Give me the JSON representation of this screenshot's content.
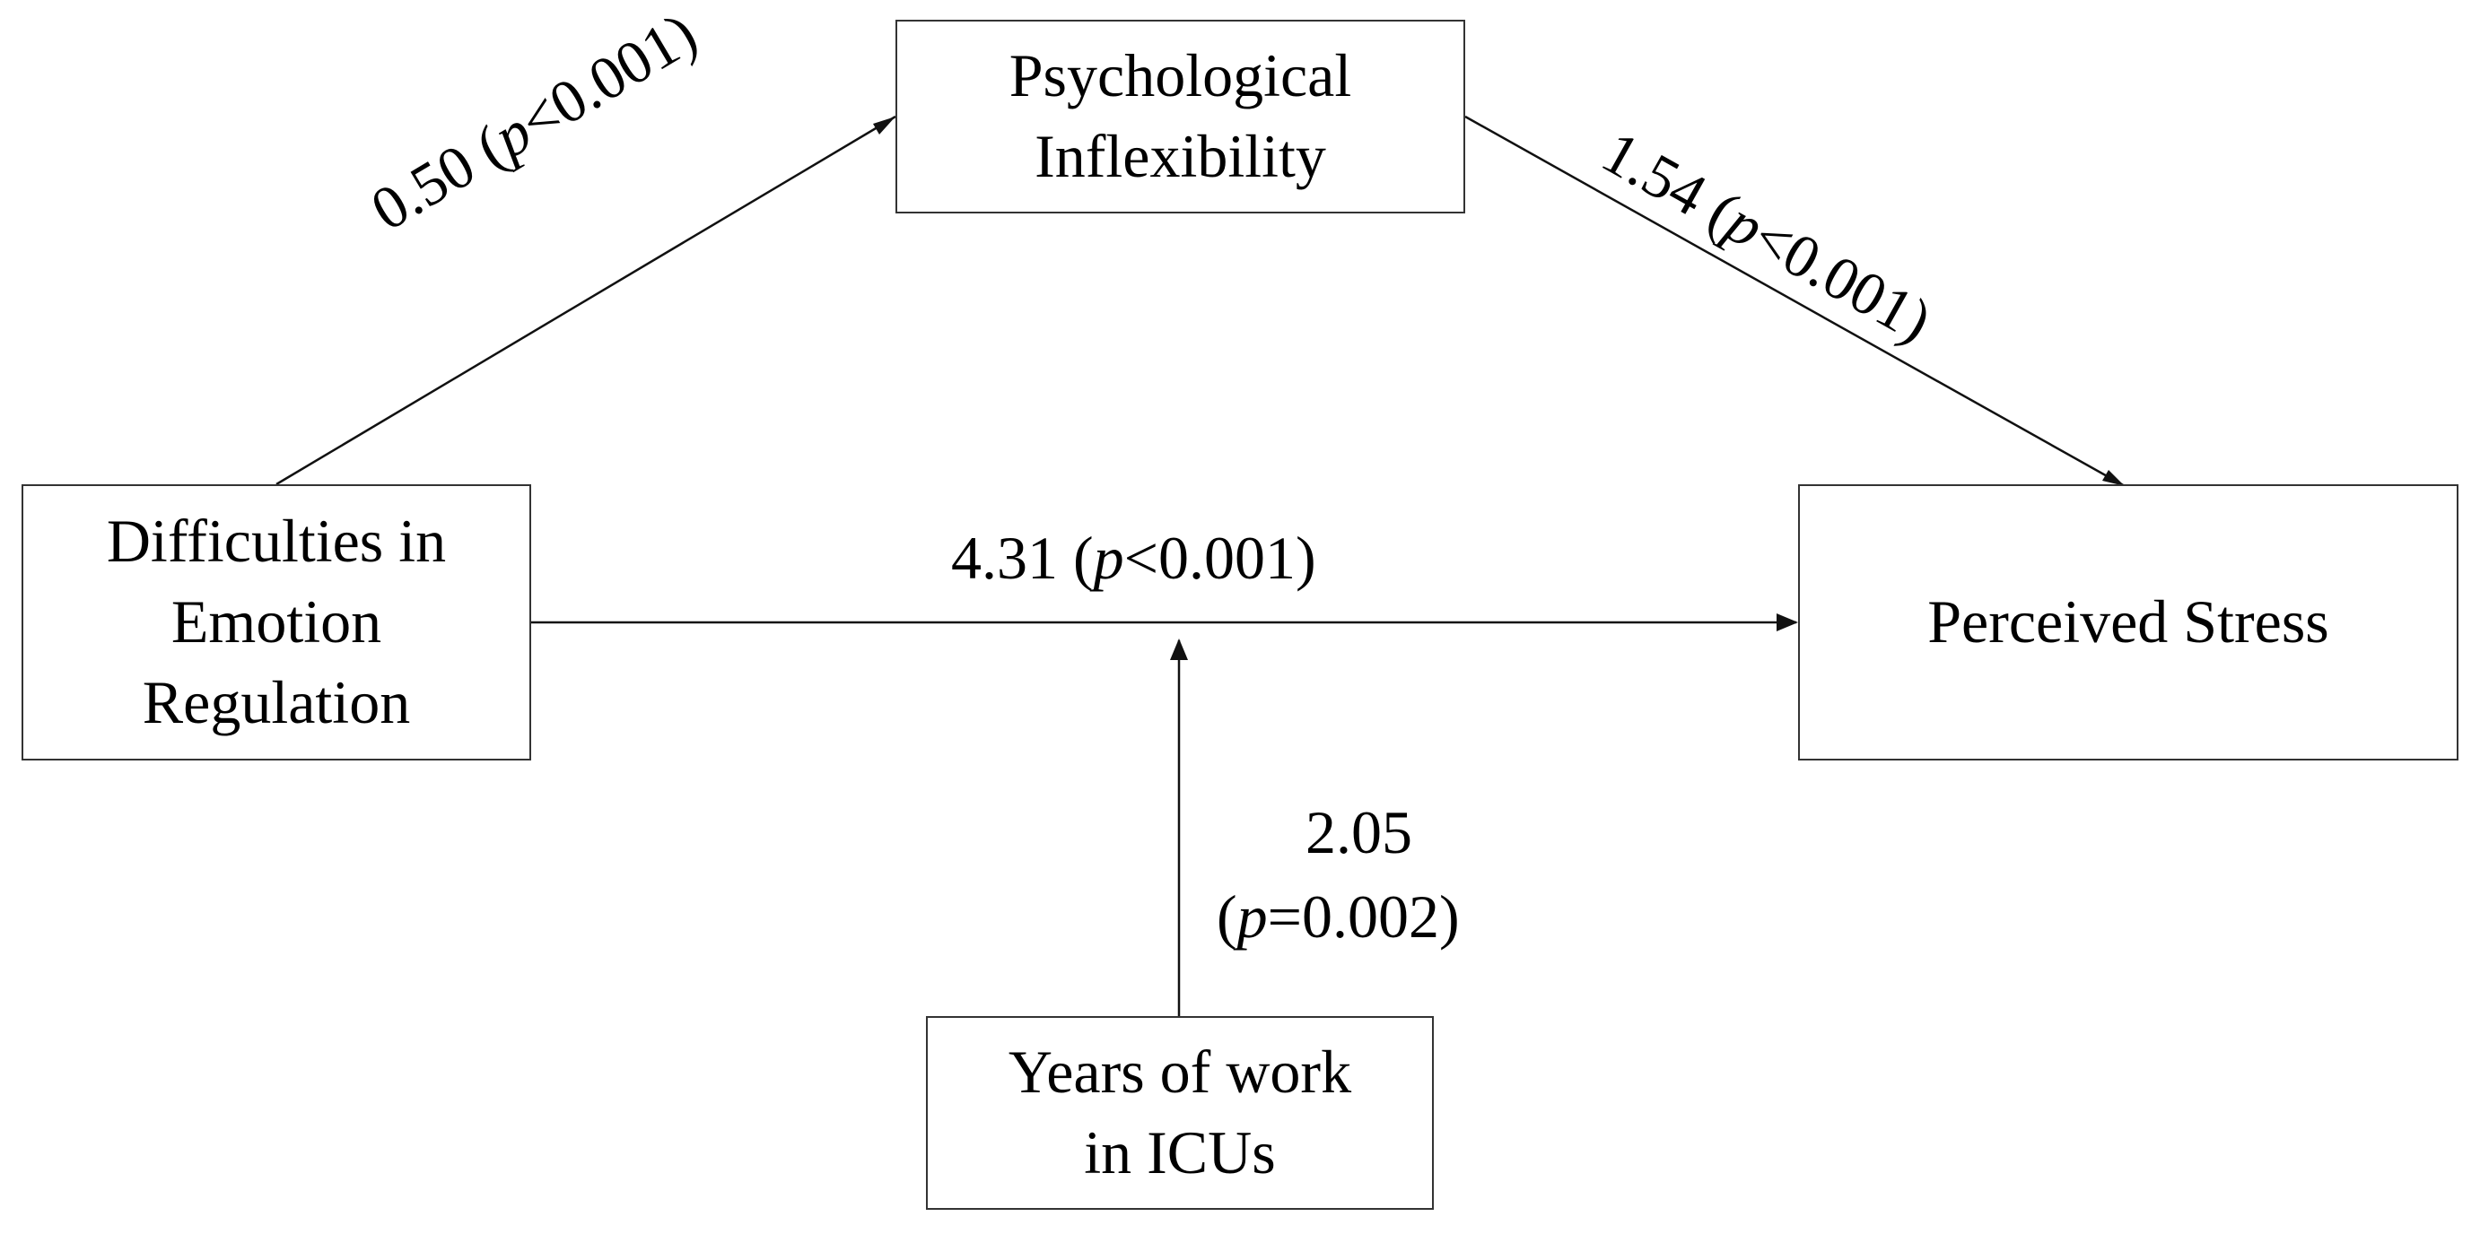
{
  "nodes": {
    "psychological_inflexibility": [
      "Psychological",
      "Inflexibility"
    ],
    "difficulties_emotion_regulation": [
      "Difficulties in",
      "Emotion",
      "Regulation"
    ],
    "perceived_stress": [
      "Perceived Stress"
    ],
    "years_of_work": [
      "Years of work",
      "in ICUs"
    ]
  },
  "paths": {
    "a": {
      "coef": "0.50",
      "p_symbol": "p",
      "p_text": "<0.001)"
    },
    "b": {
      "coef": "1.54",
      "p_symbol": "p",
      "p_text": "<0.001)"
    },
    "c": {
      "coef": "4.31",
      "p_symbol": "p",
      "p_text": "<0.001)"
    },
    "moderator": {
      "coef": "2.05",
      "p_symbol": "p",
      "p_text": "=0.002)"
    }
  }
}
